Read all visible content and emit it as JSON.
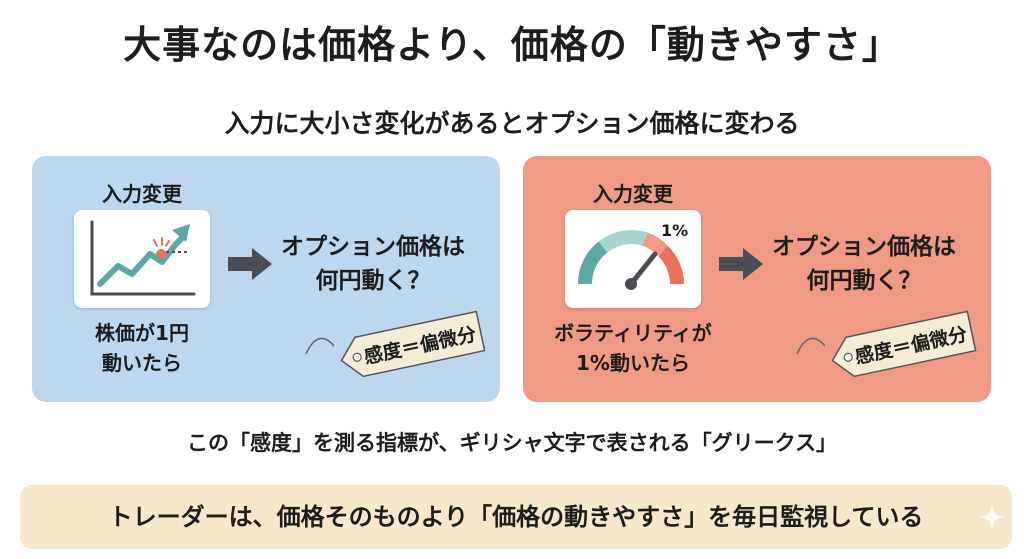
{
  "title": "大事なのは価格より、価格の「動きやすさ」",
  "subtitle": "入力に大小さ変化があるとオプション価格に変わる",
  "left_panel": {
    "input_label": "入力変更",
    "icon": "rising-stock-chart-icon",
    "result_line1": "オプション価格は",
    "result_line2": "何円動く？",
    "caption_line1": "株価が1円",
    "caption_line2": "動いたら",
    "tag": "感度＝偏微分"
  },
  "right_panel": {
    "input_label": "入力変更",
    "icon": "volatility-gauge-icon",
    "gauge_label": "1%",
    "result_line1": "オプション価格は",
    "result_line2": "何円動く？",
    "caption_line1": "ボラティリティが",
    "caption_line2": "1%動いたら",
    "tag": "感度＝偏微分"
  },
  "explanation": "この「感度」を測る指標が、ギリシャ文字で表される「グリークス」",
  "bottom_message": "トレーダーは、価格そのものより「価格の動きやすさ」を毎日監視している",
  "colors": {
    "left_panel_bg": "#bcd7ee",
    "right_panel_bg": "#ef9a84",
    "bottom_bar_bg": "#f7e7cb",
    "chart_line": "#5fa7a5",
    "chart_dot": "#e8735a",
    "arrow": "#4a4d52",
    "tag_bg": "#f5ecd8"
  }
}
